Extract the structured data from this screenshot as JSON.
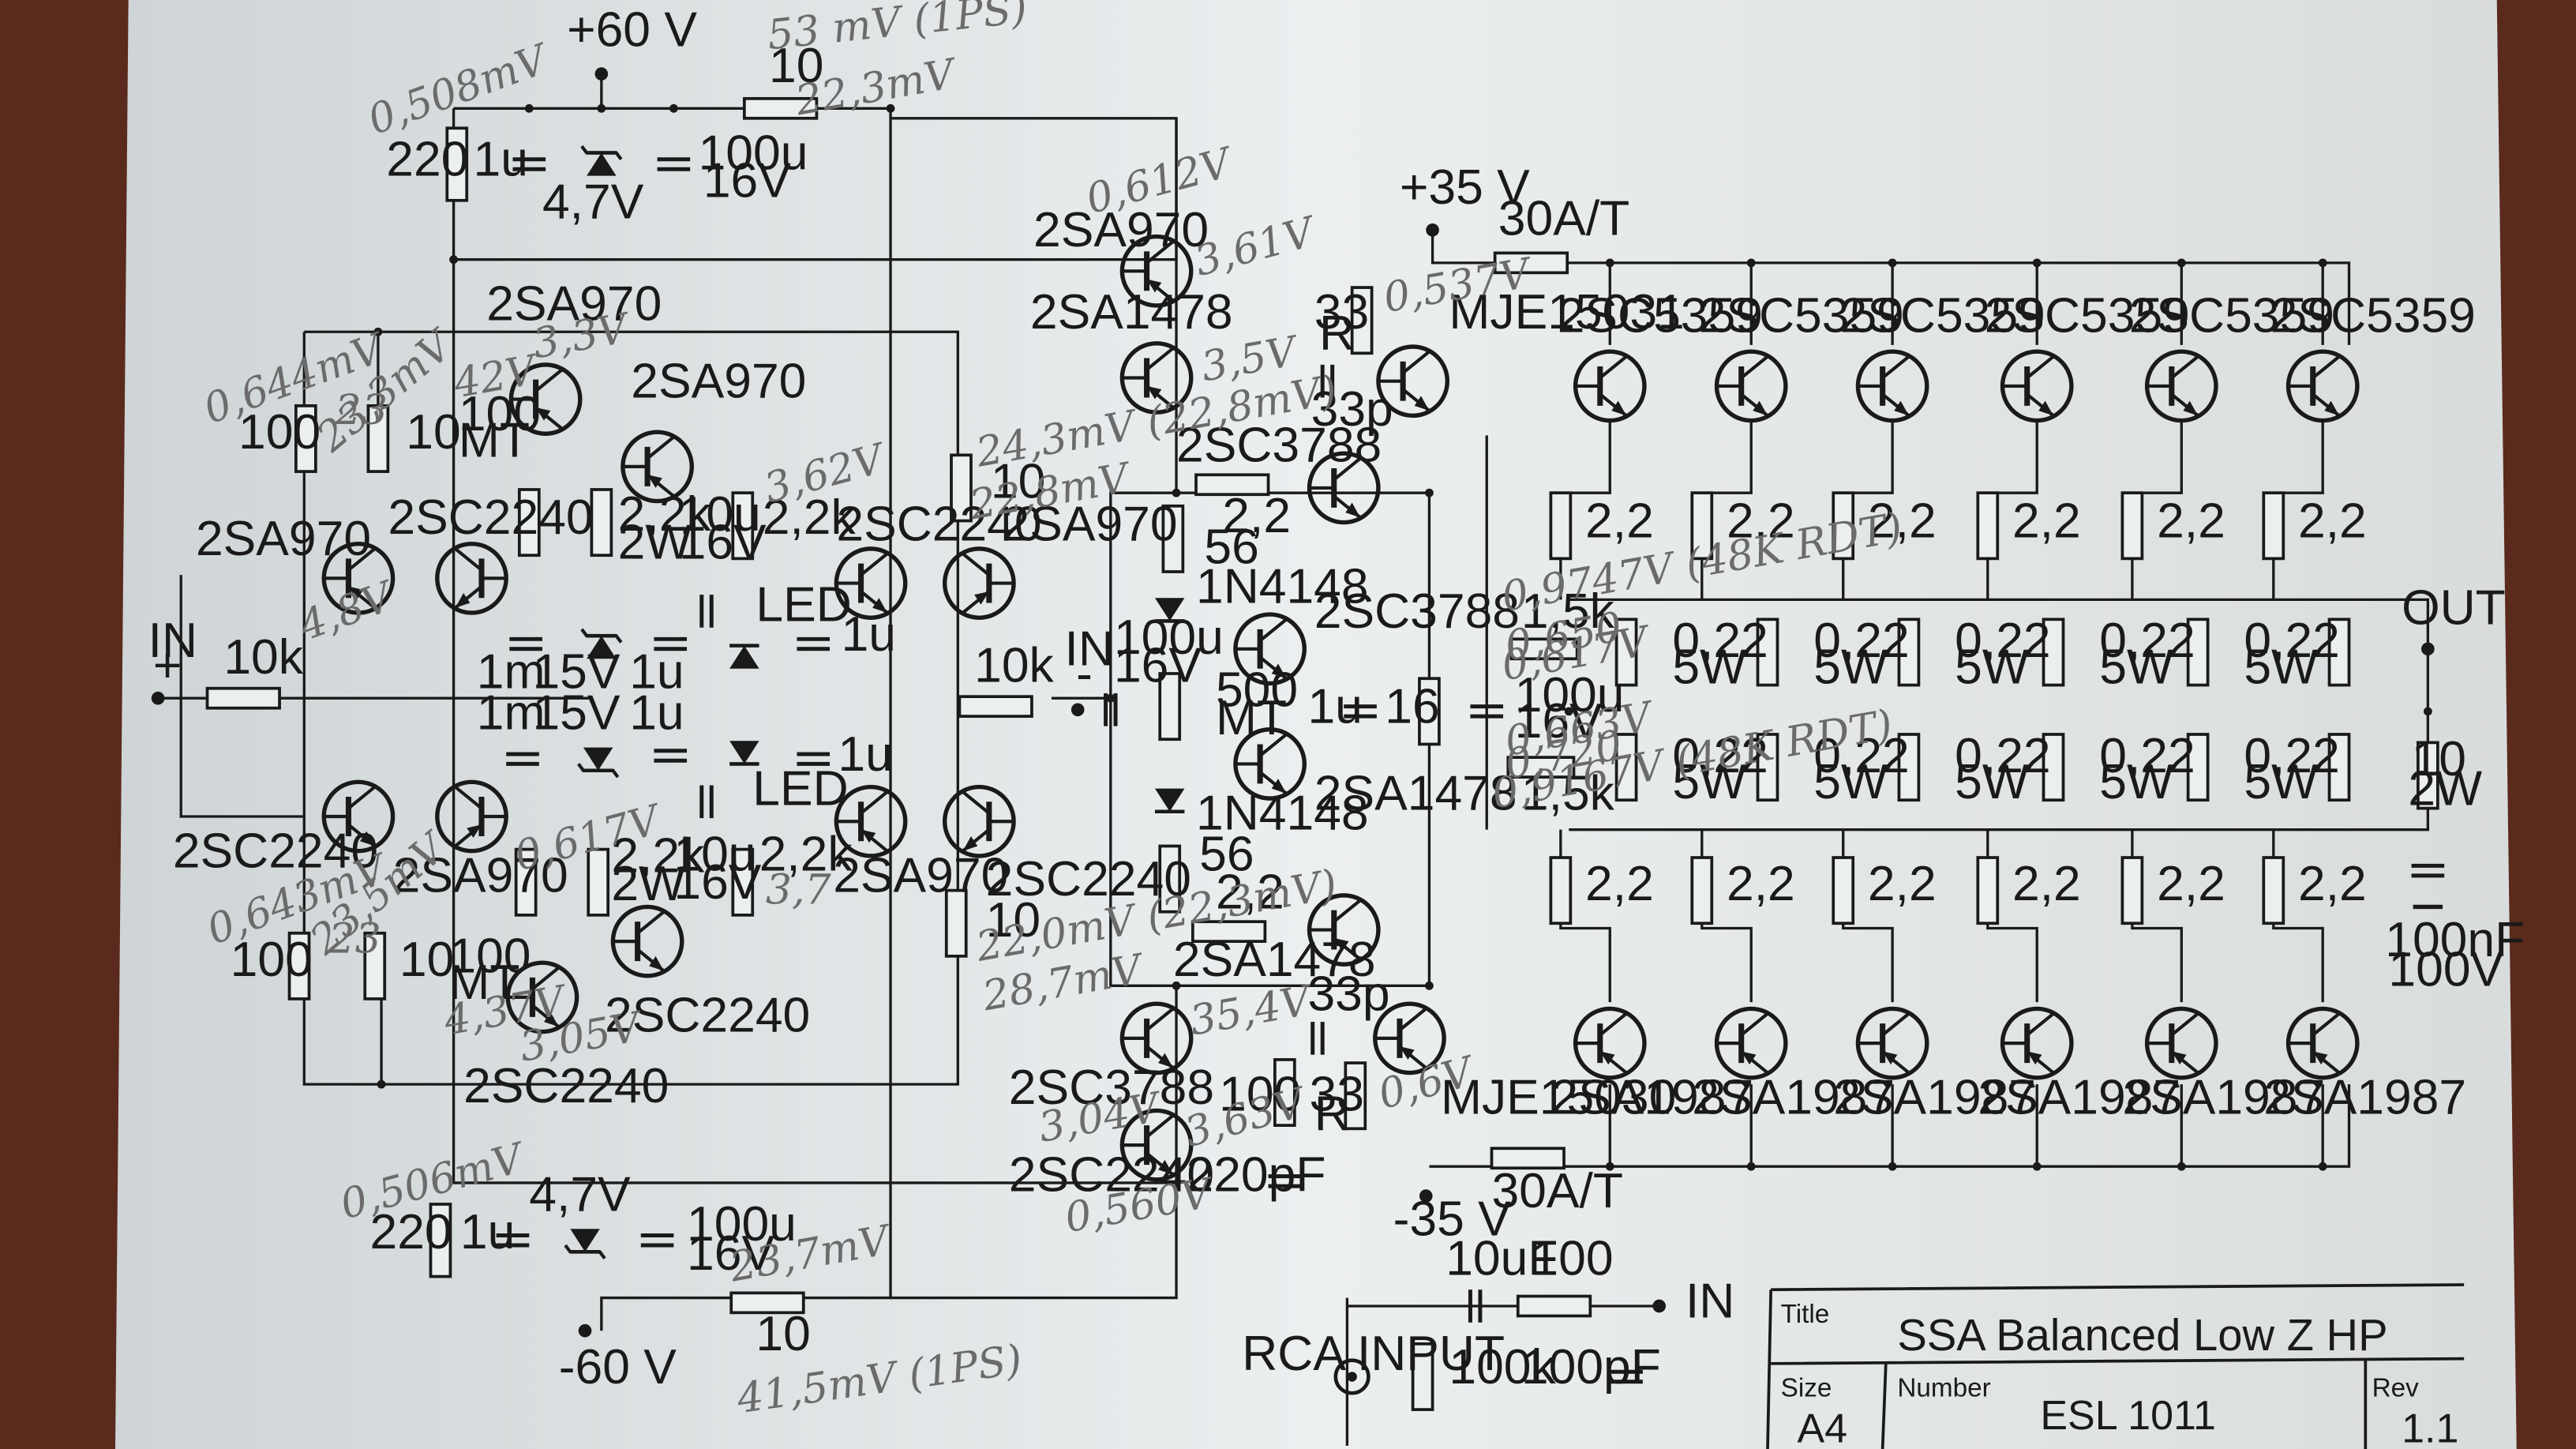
{
  "title_block": {
    "title_label": "Title",
    "title": "SSA Balanced Low Z HP",
    "size_label": "Size",
    "size": "A4",
    "number_label": "Number",
    "number": "ESL 1011",
    "rev_label": "Rev",
    "rev": "1.1"
  },
  "rails": {
    "pos_input": "+60 V",
    "neg_input": "-60 V",
    "pos_output": "+35 V",
    "neg_output": "-35 V",
    "note_top": "53 mV (1PS)",
    "note_bottom": "41,5mV (1PS)"
  },
  "ports": {
    "in_pos": "IN",
    "in_pos_sign": "+",
    "in_neg": "IN",
    "in_neg_sign": "-",
    "out": "OUT",
    "rca_label": "RCA INPUT",
    "rca_in": "IN"
  },
  "fuses": {
    "top": "30A/T",
    "bottom": "30A/T"
  },
  "output_stage": {
    "npn_part": "2SC5359",
    "pnp_part": "2SA1987",
    "emitter_res": "0,22",
    "emitter_res_power": "5W",
    "base_res": "2,2",
    "count": 6
  },
  "components": {
    "r_220_top": "220",
    "c_1u_top": "1u",
    "z_4v7_top": "4,7V",
    "c_100u_top": "100u",
    "c_100u_top_v": "16V",
    "r_10_top": "10",
    "r_220_bot": "220",
    "c_1u_bot": "1u",
    "z_4v7_bot": "4,7V",
    "c_100u_bot": "100u",
    "c_100u_bot_v": "16V",
    "r_10_bot": "10",
    "q_2sa970": "2SA970",
    "q_2sc2240": "2SC2240",
    "q_2sa1478": "2SA1478",
    "q_2sc3788": "2SC3788",
    "q_mje15031": "MJE15031",
    "q_mje15030": "MJE15030",
    "r_100": "100",
    "r_23": "23",
    "r_10": "10",
    "r_10k": "10k",
    "mt_100": "100",
    "mt": "MT",
    "r_2k2": "2,2k",
    "r_2w": "2W",
    "c_10u": "10u",
    "c_16v": "16V",
    "c_1m": "1m",
    "c_15v": "15V",
    "c_1u": "1u",
    "led": "LED",
    "r_56": "56",
    "r_2_2": "2,2",
    "d_1n4148": "1N4148",
    "c_100u": "100u",
    "c_16v_b": "16V",
    "pot_500": "500",
    "r_33": "33",
    "r_r": "R",
    "c_33p": "33p",
    "c_16": "16",
    "r_1k5": "1,5k",
    "r_out_10": "10",
    "r_out_2w": "2W",
    "c_100nf": "100nF",
    "c_100v": "100V",
    "r_100_b": "100",
    "c_220pf": "220pF",
    "c_10uf": "10uF",
    "r_100_in": "100",
    "r_100k": "100k",
    "c_100pf": "100pF"
  },
  "annotations": {
    "a1": "0,508mV",
    "a2": "22,3mV",
    "a3": "0,612V",
    "a4": "3,61V",
    "a5": "3,5V",
    "a6": "3,3V",
    "a7": "42V",
    "a8": "0,644mV",
    "a9": "23,3mV",
    "a10": "4,8V",
    "a11": "3,62V",
    "a12": "24,3mV (22,8mV)",
    "a13": "22,8mV",
    "a14": "0,537V",
    "a15": "0,9747V (48K RDT)",
    "a16": "0,650",
    "a17": "0,617V",
    "a18": "0,663V",
    "a19": "0,720",
    "a20": "0,9167V (48K RDT)",
    "a21": "0,643mV",
    "a22": "23,5mV",
    "a23": "4,37V",
    "a24": "3,05V",
    "a25": "22,0mV (22,3mV)",
    "a26": "28,7mV",
    "a27": "35,4V",
    "a28": "3,63V",
    "a29": "3,04V",
    "a30": "0,560V",
    "a31": "0,506mV",
    "a32": "23,7mV",
    "a33": "0,6V",
    "a34": "0,617V",
    "a35": "3,7"
  },
  "colors": {
    "paper": "#e9ecee",
    "ink": "#1a1a1a",
    "pencil": "#6b6b6b",
    "table": "#5a2a1c"
  }
}
